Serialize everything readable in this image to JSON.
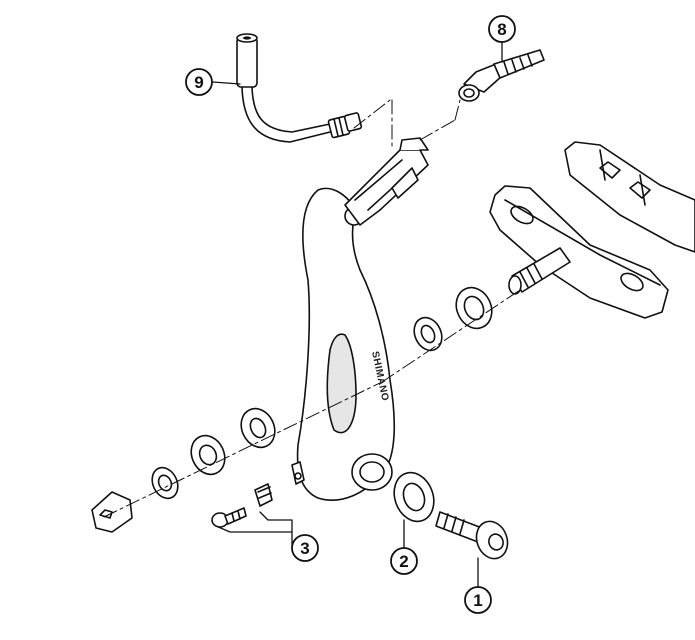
{
  "brand_mark": "SHIMANO",
  "callouts": [
    {
      "id": "c1",
      "label": "1"
    },
    {
      "id": "c2",
      "label": "2"
    },
    {
      "id": "c3",
      "label": "3"
    },
    {
      "id": "c8",
      "label": "8"
    },
    {
      "id": "c9",
      "label": "9"
    }
  ],
  "colors": {
    "line": "#111111",
    "fill": "#ffffff",
    "shade": "#e6e6e6"
  }
}
